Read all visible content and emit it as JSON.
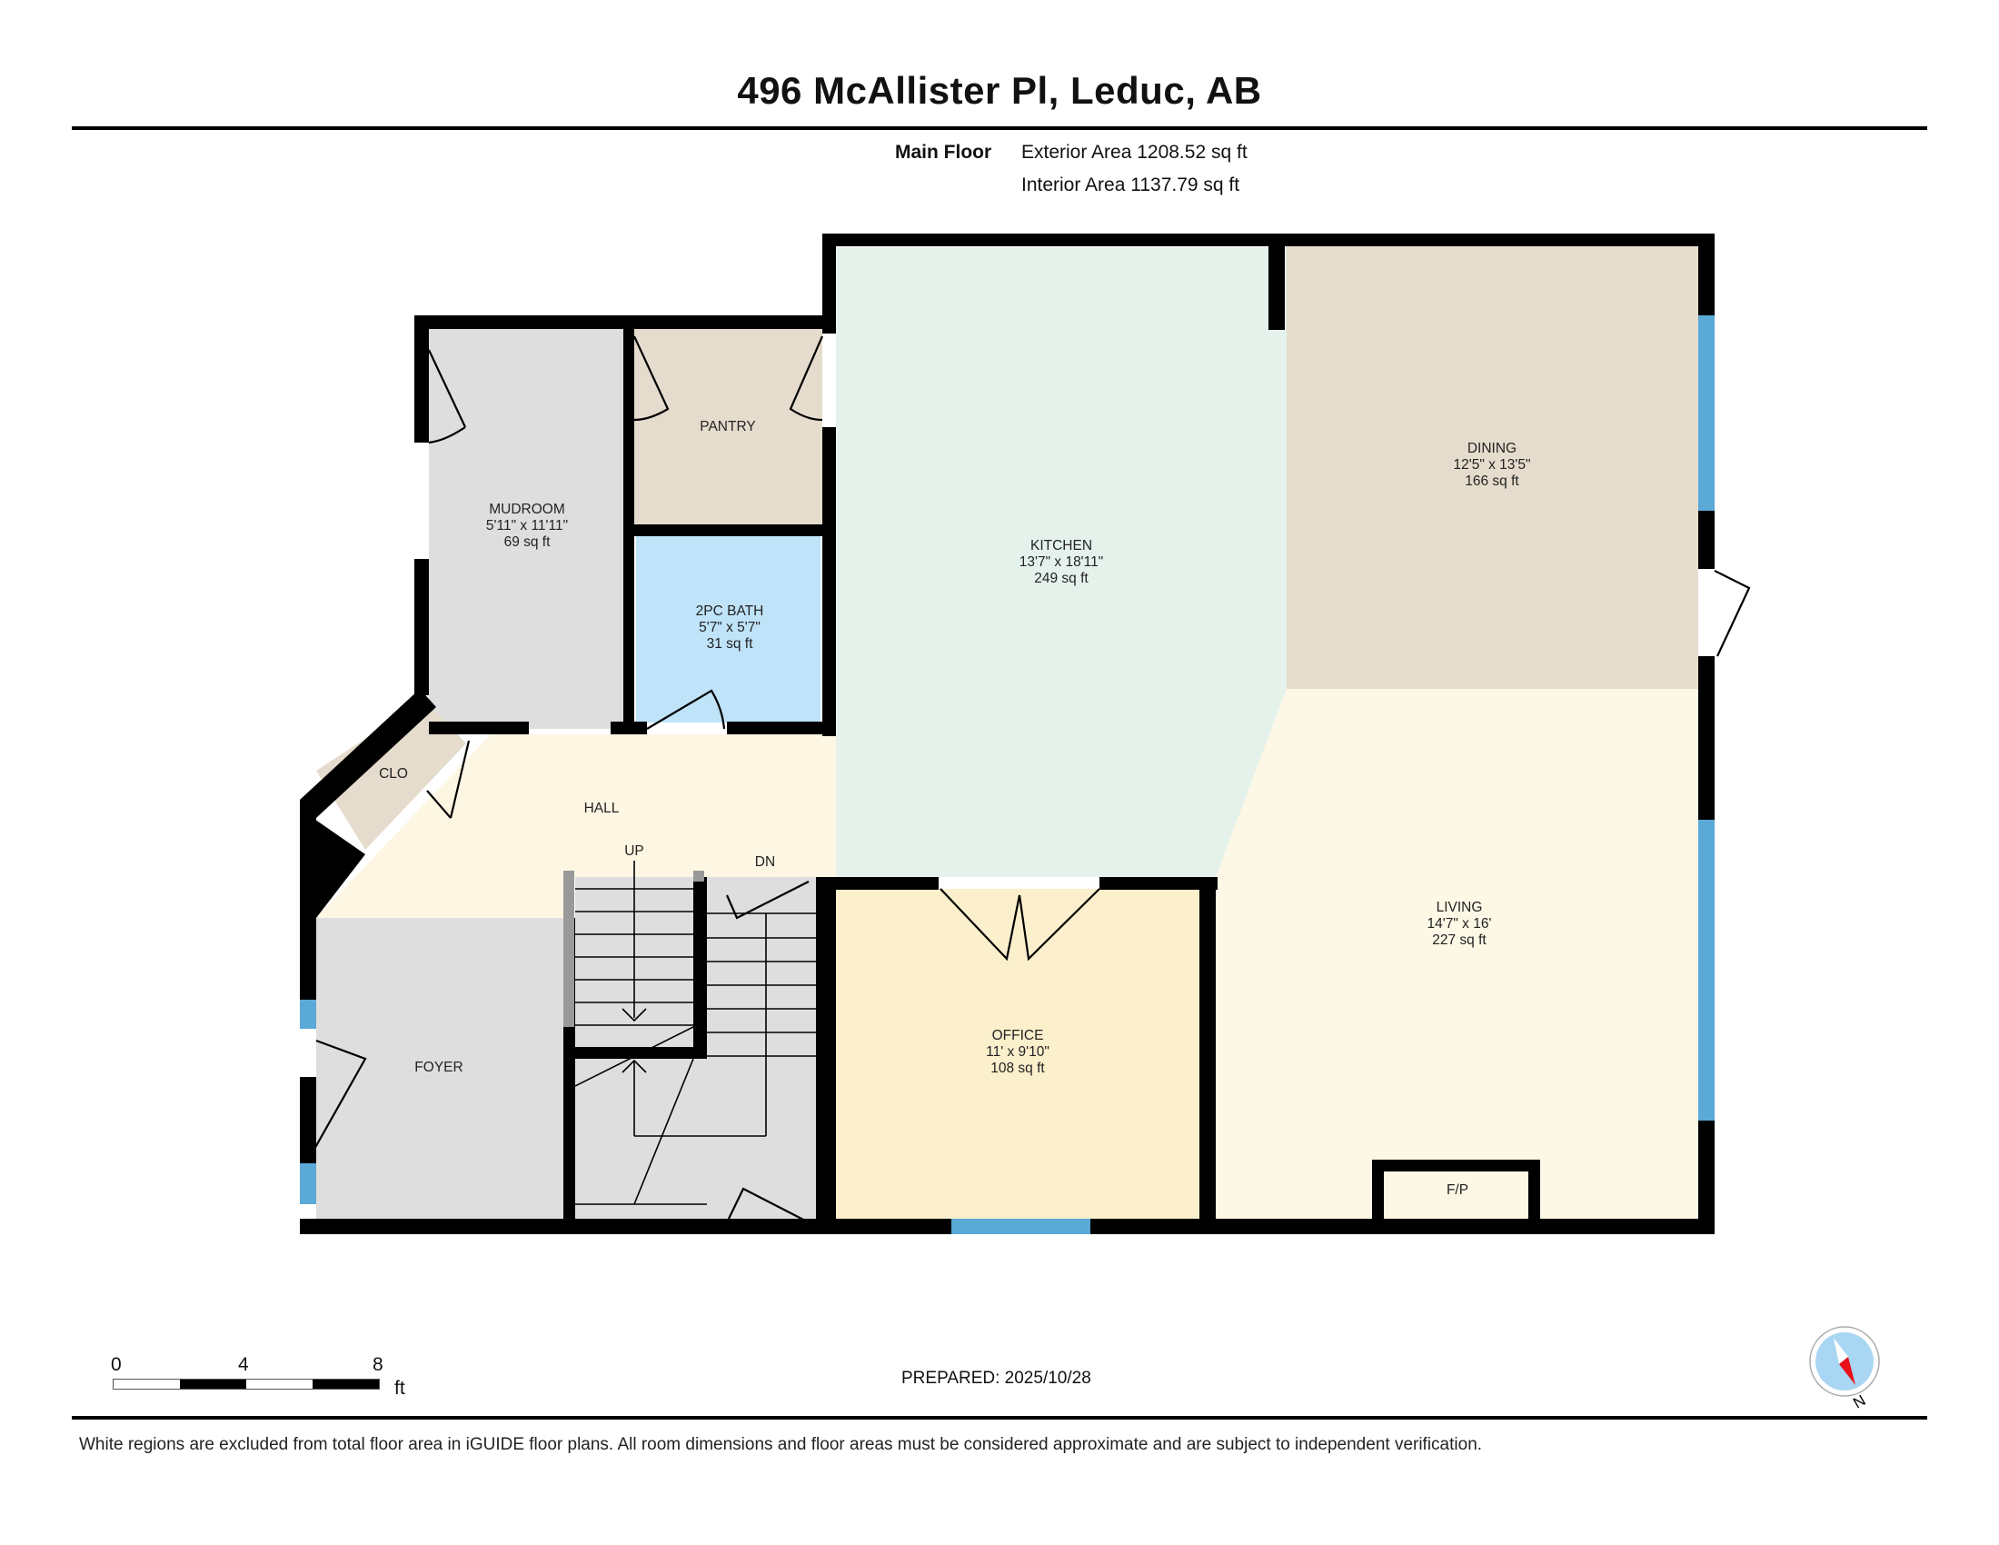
{
  "header": {
    "title": "496 McAllister Pl, Leduc, AB",
    "floor_name": "Main Floor",
    "exterior_area": "Exterior Area 1208.52 sq ft",
    "interior_area": "Interior Area 1137.79 sq ft"
  },
  "colors": {
    "wall": "#000000",
    "window": "#5aa9d6",
    "mudroom": "#dedede",
    "pantry": "#e6dccd",
    "bath": "#bfe3f9",
    "kitchen": "#e5f2ec",
    "dining": "#e6dccd",
    "hall": "#fcf6e3",
    "living": "#fdf7e6",
    "office": "#fcefcc",
    "foyer": "#dedede",
    "closet": "#e6dccd",
    "stairs": "#dedede"
  },
  "rooms": [
    {
      "id": "mudroom",
      "name": "MUDROOM",
      "dimensions": "5'11\" x 11'11\"",
      "area": "69 sq ft"
    },
    {
      "id": "pantry",
      "name": "PANTRY",
      "dimensions": "",
      "area": ""
    },
    {
      "id": "bath",
      "name": "2PC BATH",
      "dimensions": "5'7\" x 5'7\"",
      "area": "31 sq ft"
    },
    {
      "id": "kitchen",
      "name": "KITCHEN",
      "dimensions": "13'7\" x 18'11\"",
      "area": "249 sq ft"
    },
    {
      "id": "dining",
      "name": "DINING",
      "dimensions": "12'5\" x 13'5\"",
      "area": "166 sq ft"
    },
    {
      "id": "closet",
      "name": "CLO",
      "dimensions": "",
      "area": ""
    },
    {
      "id": "hall",
      "name": "HALL",
      "dimensions": "",
      "area": ""
    },
    {
      "id": "living",
      "name": "LIVING",
      "dimensions": "14'7\" x 16'",
      "area": "227 sq ft"
    },
    {
      "id": "office",
      "name": "OFFICE",
      "dimensions": "11' x 9'10\"",
      "area": "108 sq ft"
    },
    {
      "id": "foyer",
      "name": "FOYER",
      "dimensions": "",
      "area": ""
    },
    {
      "id": "fireplace",
      "name": "F/P",
      "dimensions": "",
      "area": ""
    }
  ],
  "stairs": {
    "up_label": "UP",
    "down_label": "DN"
  },
  "scale_bar": {
    "ticks": [
      "0",
      "4",
      "8"
    ],
    "unit": "ft"
  },
  "footer": {
    "prepared": "PREPARED: 2025/10/28",
    "compass_label": "N",
    "disclaimer": "White regions are excluded from total floor area in iGUIDE floor plans. All room dimensions and floor areas must be considered approximate and are subject to independent verification."
  }
}
